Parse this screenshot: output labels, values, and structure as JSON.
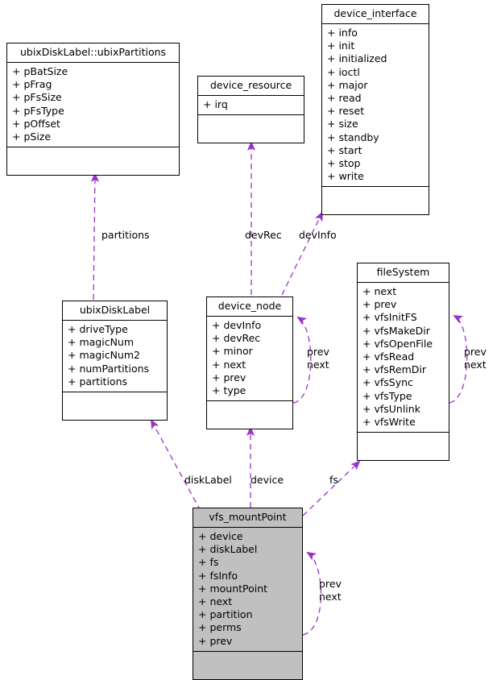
{
  "diagram": {
    "type": "uml-class-collaboration-diagram",
    "background": "#ffffff",
    "edge_color": "#9a32cd",
    "highlight_fill": "#c0c0c0",
    "border_color": "#000000"
  },
  "classes": [
    {
      "id": "ubixPartitions",
      "name": "ubixDiskLabel::ubixPartitions",
      "highlighted": false,
      "attributes": [
        "+ pBatSize",
        "+ pFrag",
        "+ pFsSize",
        "+ pFsType",
        "+ pOffset",
        "+ pSize"
      ],
      "operations": []
    },
    {
      "id": "device_resource",
      "name": "device_resource",
      "highlighted": false,
      "attributes": [
        "+ irq"
      ],
      "operations": []
    },
    {
      "id": "device_interface",
      "name": "device_interface",
      "highlighted": false,
      "attributes": [
        "+ info",
        "+ init",
        "+ initialized",
        "+ ioctl",
        "+ major",
        "+ read",
        "+ reset",
        "+ size",
        "+ standby",
        "+ start",
        "+ stop",
        "+ write"
      ],
      "operations": []
    },
    {
      "id": "ubixDiskLabel",
      "name": "ubixDiskLabel",
      "highlighted": false,
      "attributes": [
        "+ driveType",
        "+ magicNum",
        "+ magicNum2",
        "+ numPartitions",
        "+ partitions"
      ],
      "operations": []
    },
    {
      "id": "device_node",
      "name": "device_node",
      "highlighted": false,
      "attributes": [
        "+ devInfo",
        "+ devRec",
        "+ minor",
        "+ next",
        "+ prev",
        "+ type"
      ],
      "operations": []
    },
    {
      "id": "fileSystem",
      "name": "fileSystem",
      "highlighted": false,
      "attributes": [
        "+ next",
        "+ prev",
        "+ vfsInitFS",
        "+ vfsMakeDir",
        "+ vfsOpenFile",
        "+ vfsRead",
        "+ vfsRemDir",
        "+ vfsSync",
        "+ vfsType",
        "+ vfsUnlink",
        "+ vfsWrite"
      ],
      "operations": []
    },
    {
      "id": "vfs_mountPoint",
      "name": "vfs_mountPoint",
      "highlighted": true,
      "attributes": [
        "+ device",
        "+ diskLabel",
        "+ fs",
        "+ fsInfo",
        "+ mountPoint",
        "+ next",
        "+ partition",
        "+ perms",
        "+ prev"
      ],
      "operations": []
    }
  ],
  "edges": [
    {
      "id": "e-partitions",
      "from": "ubixDiskLabel",
      "to": "ubixPartitions",
      "label": "partitions"
    },
    {
      "id": "e-devRec",
      "from": "device_node",
      "to": "device_resource",
      "label": "devRec"
    },
    {
      "id": "e-devInfo",
      "from": "device_node",
      "to": "device_interface",
      "label": "devInfo"
    },
    {
      "id": "e-devnode-selfloop",
      "from": "device_node",
      "to": "device_node",
      "label": "prev\nnext"
    },
    {
      "id": "e-filesystem-selfloop",
      "from": "fileSystem",
      "to": "fileSystem",
      "label": "prev\nnext"
    },
    {
      "id": "e-diskLabel",
      "from": "vfs_mountPoint",
      "to": "ubixDiskLabel",
      "label": "diskLabel"
    },
    {
      "id": "e-device",
      "from": "vfs_mountPoint",
      "to": "device_node",
      "label": "device"
    },
    {
      "id": "e-fs",
      "from": "vfs_mountPoint",
      "to": "fileSystem",
      "label": "fs"
    },
    {
      "id": "e-mount-selfloop",
      "from": "vfs_mountPoint",
      "to": "vfs_mountPoint",
      "label": "prev\nnext"
    }
  ],
  "edge_labels": {
    "partitions": "partitions",
    "devRec": "devRec",
    "devInfo": "devInfo",
    "diskLabel": "diskLabel",
    "device": "device",
    "fs": "fs",
    "prev": "prev",
    "next": "next"
  }
}
